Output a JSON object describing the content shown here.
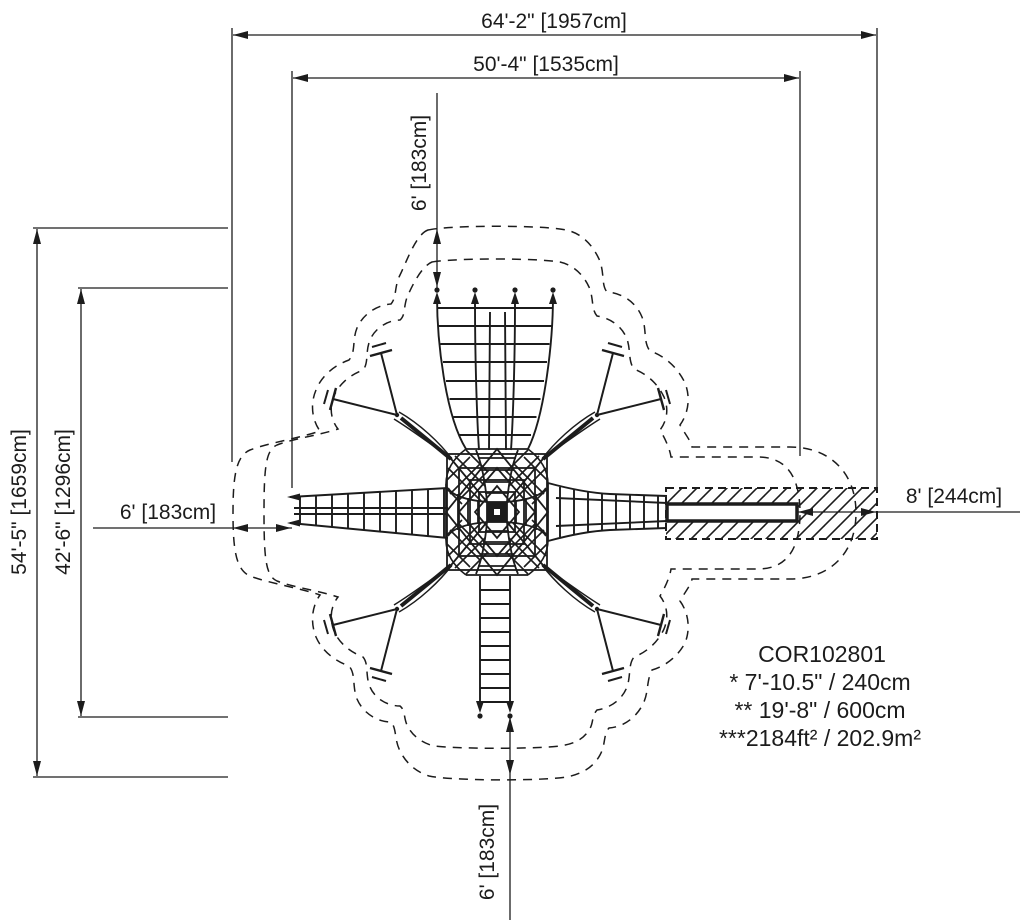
{
  "drawing": {
    "model": "COR102801",
    "notes": [
      "* 7'-10.5\" / 240cm",
      "** 19'-8\" / 600cm",
      "***2184ft² / 202.9m²"
    ],
    "dims": {
      "overall_width": "64'-2\" [1957cm]",
      "equipment_width": "50'-4\" [1535cm]",
      "overall_depth": "54'-5\" [1659cm]",
      "equipment_depth": "42'-6\" [1296cm]",
      "top_clearance": "6' [183cm]",
      "left_clearance": "6' [183cm]",
      "bottom_clearance": "6' [183cm]",
      "slide_clearance": "8' [244cm]"
    },
    "colors": {
      "ink": "#1c1c1c",
      "paper": "#ffffff"
    }
  }
}
